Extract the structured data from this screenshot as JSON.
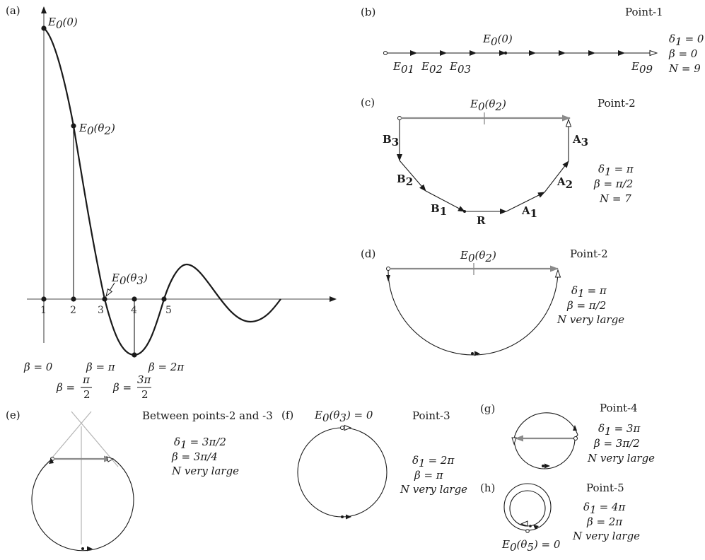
{
  "panels": {
    "a": {
      "label": "(a)",
      "curve_label_e0": "E",
      "curve_label_e0_arg": "(0)",
      "curve_label_th2": "E",
      "curve_label_th2_arg": "(θ",
      "curve_label_th2_sub": "2",
      "curve_label_th2_close": ")",
      "curve_label_th3": "E",
      "curve_label_th3_arg": "(θ",
      "curve_label_th3_sub": "3",
      "curve_label_th3_close": ")",
      "sub0": "0",
      "ticks": [
        "1",
        "2",
        "3",
        "4",
        "5"
      ],
      "beta_row1": [
        "β = 0",
        "β = π",
        "β = 2π"
      ],
      "beta_row2_lhs": [
        "β =",
        "β ="
      ],
      "frac_pi2_num": "π",
      "frac_pi2_den": "2",
      "frac_3pi2_num": "3π",
      "frac_3pi2_den": "2"
    },
    "b": {
      "label": "(b)",
      "point": "Point-1",
      "resultant": "E",
      "resultant_arg": "(0)",
      "sub0": "0",
      "phasors": [
        "E",
        "E",
        "E",
        "E"
      ],
      "phasor_subs": [
        "01",
        "02",
        "03",
        "09"
      ],
      "params": [
        "δ",
        "= 0",
        "β = 0",
        "N = 9"
      ],
      "delta_sub": "1"
    },
    "c": {
      "label": "(c)",
      "point": "Point-2",
      "resultant": "E",
      "resultant_arg": "(θ",
      "resultant_sub": "2",
      "resultant_close": ")",
      "sub0": "0",
      "vec_b": [
        "B",
        "B",
        "B"
      ],
      "vec_b_subs": [
        "3",
        "2",
        "1"
      ],
      "vec_r": "R",
      "vec_a": [
        "A",
        "A",
        "A"
      ],
      "vec_a_subs": [
        "1",
        "2",
        "3"
      ],
      "params": [
        "δ",
        "= π",
        "β = π/2",
        "N = 7"
      ],
      "delta_sub": "1"
    },
    "d": {
      "label": "(d)",
      "point": "Point-2",
      "resultant": "E",
      "resultant_arg": "(θ",
      "resultant_sub": "2",
      "resultant_close": ")",
      "sub0": "0",
      "params": [
        "δ",
        "= π",
        "β = π/2",
        "N very large"
      ],
      "delta_sub": "1"
    },
    "e": {
      "label": "(e)",
      "point": "Between points-2 and -3",
      "params": [
        "δ",
        "= 3π/2",
        "β = 3π/4",
        "N very large"
      ],
      "delta_sub": "1"
    },
    "f": {
      "label": "(f)",
      "point": "Point-3",
      "resultant": "E",
      "resultant_arg": "(θ",
      "resultant_sub": "3",
      "resultant_close": ") = 0",
      "sub0": "0",
      "params": [
        "δ",
        "= 2π",
        "β = π",
        "N very large"
      ],
      "delta_sub": "1"
    },
    "g": {
      "label": "(g)",
      "point": "Point-4",
      "params": [
        "δ",
        "= 3π",
        "β = 3π/2",
        "N very large"
      ],
      "delta_sub": "1"
    },
    "h": {
      "label": "(h)",
      "point": "Point-5",
      "resultant": "E",
      "resultant_arg": "(θ",
      "resultant_sub": "5",
      "resultant_close": ") = 0",
      "sub0": "0",
      "params": [
        "δ",
        "= 4π",
        "β = 2π",
        "N very large"
      ],
      "delta_sub": "1"
    }
  }
}
